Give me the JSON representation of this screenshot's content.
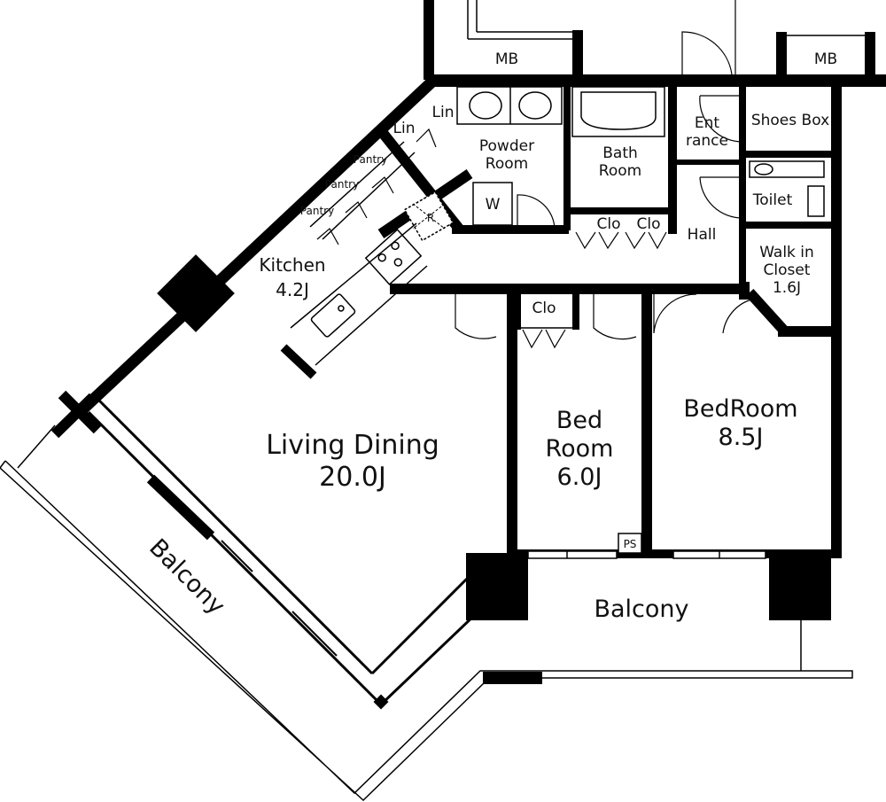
{
  "rooms": {
    "living_dining": {
      "name": "Living Dining",
      "area": "20.0J"
    },
    "kitchen": {
      "name": "Kitchen",
      "area": "4.2J"
    },
    "bedroom_small": {
      "name_line1": "Bed",
      "name_line2": "Room",
      "area": "6.0J"
    },
    "bedroom_large": {
      "name": "BedRoom",
      "area": "8.5J"
    },
    "walk_in_closet": {
      "name_line1": "Walk in",
      "name_line2": "Closet",
      "area": "1.6J"
    },
    "powder_room": {
      "name_line1": "Powder",
      "name_line2": "Room"
    },
    "bath_room": {
      "name_line1": "Bath",
      "name_line2": "Room"
    },
    "entrance": {
      "name_line1": "Ent",
      "name_line2": "rance"
    },
    "shoes_box": "Shoes Box",
    "toilet": "Toilet",
    "hall": "Hall"
  },
  "fixtures": {
    "mb_left": "MB",
    "mb_right": "MB",
    "lin_top": "Lin",
    "lin_side": "Lin",
    "pantry": [
      "Pantry",
      "Pantry",
      "Pantry"
    ],
    "closet_hall": [
      "Clo",
      "Clo"
    ],
    "closet_bedroom": "Clo",
    "washer": "W",
    "refrigerator": "R",
    "pipe_space": "PS"
  },
  "balconies": {
    "diagonal": "Balcony",
    "south": "Balcony"
  }
}
